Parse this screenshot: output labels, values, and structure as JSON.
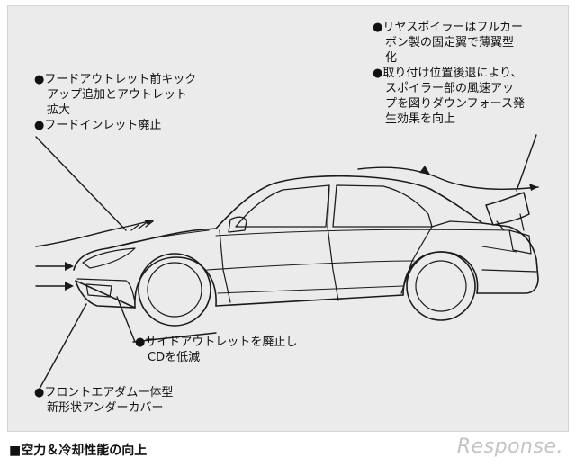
{
  "notes": {
    "hood": [
      "●フードアウトレット前キック",
      "アップ追加とアウトレット",
      "拡大",
      "●フードインレット廃止"
    ],
    "spoiler": [
      "●リヤスポイラーはフルカー",
      "ボン製の固定翼で薄翼型",
      "化",
      "●取り付け位置後退により、",
      "スポイラー部の風速アッ",
      "プを図りダウンフォース発",
      "生効果を向上"
    ],
    "side": [
      "●サイドアウトレットを廃止し",
      "CDを低減"
    ],
    "front": [
      "●フロントエアダム一体型",
      "新形状アンダーカバー"
    ]
  },
  "caption": "■空力＆冷却性能の向上",
  "watermark": "Response.",
  "colors": {
    "panel": "#ebebeb",
    "line": "#1a1a1a",
    "watermark": "#c4c4c4"
  }
}
